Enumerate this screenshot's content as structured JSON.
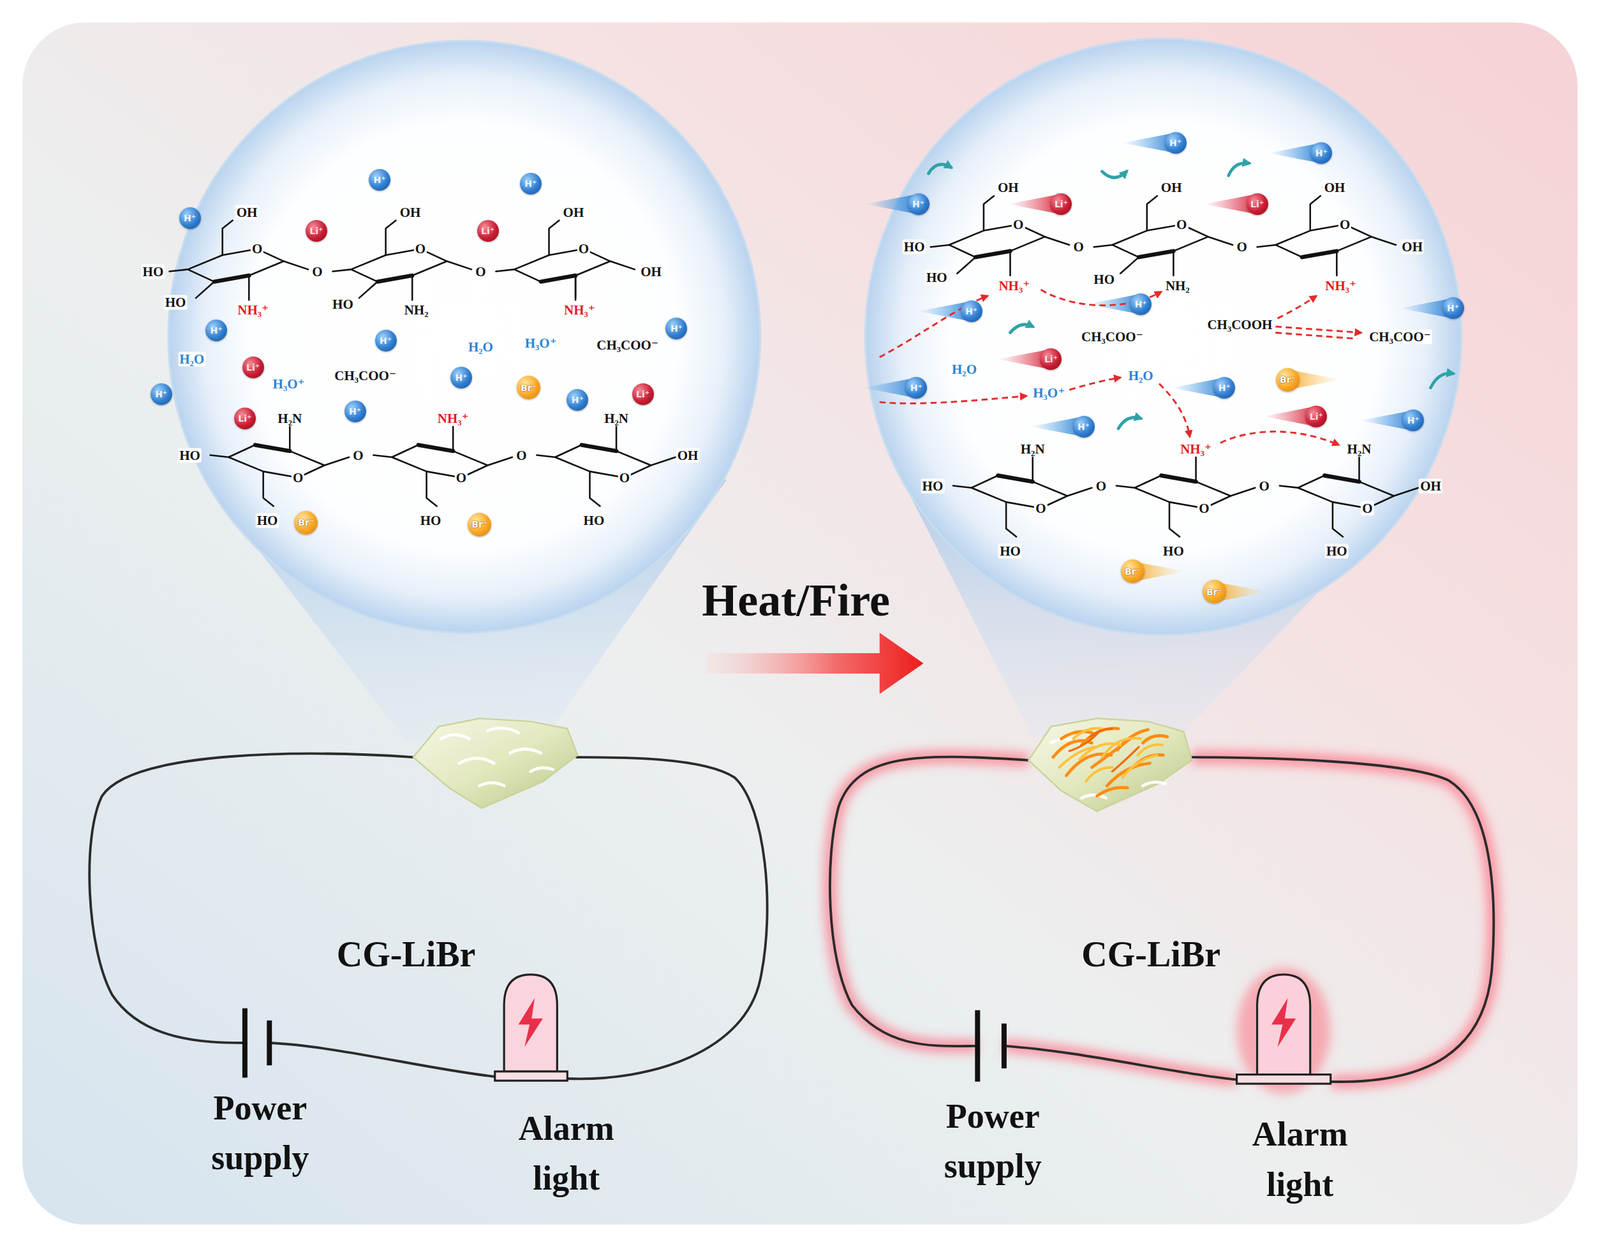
{
  "diagram": {
    "nodes": [
      {
        "text": [
          "H⁺"
        ]
      },
      {
        "text": [
          "H⁺"
        ]
      },
      {
        "text": [
          "H⁺"
        ]
      },
      {
        "text": [
          "Li⁺"
        ]
      },
      {
        "text": [
          "Li⁺"
        ]
      },
      {
        "text": [
          "H⁺"
        ]
      },
      {
        "text": [
          "H⁺"
        ]
      },
      {
        "text": [
          "H⁺"
        ]
      },
      {
        "text": [
          "Li⁺"
        ]
      },
      {
        "text": [
          "H⁺"
        ]
      },
      {
        "text": [
          "Br⁻"
        ]
      },
      {
        "text": [
          "Li⁺"
        ]
      },
      {
        "text": [
          "H⁺"
        ]
      },
      {
        "text": [
          "H⁺"
        ]
      },
      {
        "text": [
          "H⁺"
        ]
      },
      {
        "text": [
          "Li⁺"
        ]
      },
      {
        "text": [
          "Br⁻"
        ]
      },
      {
        "text": [
          "Br⁻"
        ]
      },
      {
        "text": [
          "H⁺"
        ]
      },
      {
        "text": [
          "H⁺"
        ]
      },
      {
        "text": [
          "H⁺"
        ]
      },
      {
        "text": [
          "Li⁺"
        ]
      },
      {
        "text": [
          "Li⁺"
        ]
      },
      {
        "text": [
          "H⁺"
        ]
      },
      {
        "text": [
          "H⁺"
        ]
      },
      {
        "text": [
          "H⁺"
        ]
      },
      {
        "text": [
          "Li⁺"
        ]
      },
      {
        "text": [
          "Br⁻"
        ]
      },
      {
        "text": [
          "H⁺"
        ]
      },
      {
        "text": [
          "H⁺"
        ]
      },
      {
        "text": [
          "Li⁺"
        ]
      },
      {
        "text": [
          "H⁺"
        ]
      },
      {
        "text": [
          "H⁺"
        ]
      },
      {
        "text": [
          "Br⁻"
        ]
      },
      {
        "text": [
          "Br⁻"
        ]
      }
    ],
    "labels": [
      "OH",
      "OH",
      "OH",
      "O",
      "O",
      "O",
      "HO",
      "O",
      "O",
      "OH",
      "HO",
      "HO",
      "NH₃⁺",
      "NH₂",
      "NH₃⁺",
      "H₃O⁺",
      "H₂O",
      "CH₃COO⁻",
      "H₂O",
      "CH₃COO⁻",
      "H₃O⁺",
      "H₂N",
      "NH₃⁺",
      "H₂N",
      "HO",
      "O",
      "O",
      "OH",
      "O",
      "O",
      "O",
      "HO",
      "HO",
      "HO",
      "OH",
      "OH",
      "OH",
      "O",
      "O",
      "O",
      "HO",
      "O",
      "O",
      "OH",
      "HO",
      "HO",
      "NH₃⁺",
      "NH₂",
      "NH₃⁺",
      "CH₃COOH",
      "CH₃COO⁻",
      "CH₃COO⁻",
      "H₂O",
      "H₂O",
      "H₃O⁺",
      "H₂N",
      "NH₃⁺",
      "H₂N",
      "HO",
      "O",
      "O",
      "OH",
      "O",
      "O",
      "O",
      "HO",
      "HO",
      "HO",
      "Heat/Fire",
      "CG-LiBr",
      "Power supply",
      "Alarm light",
      "CG-LiBr",
      "Power supply",
      "Alarm light"
    ]
  }
}
